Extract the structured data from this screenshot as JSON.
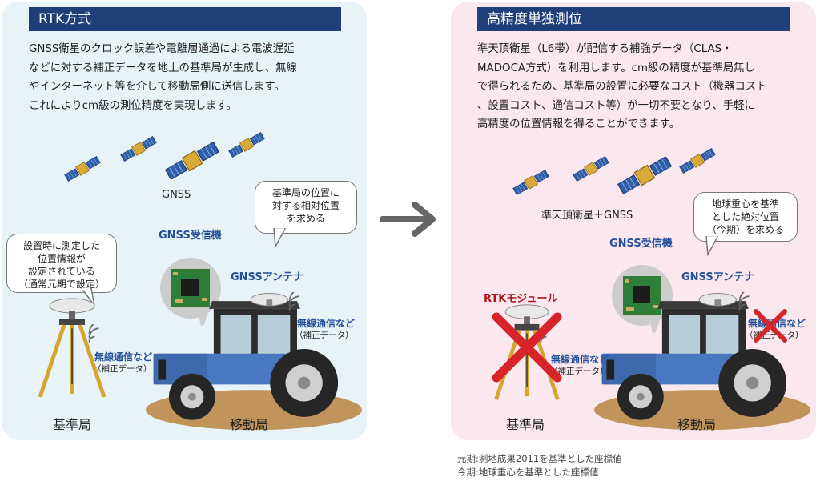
{
  "left": {
    "title": "RTK方式",
    "description": [
      "GNSS衛星のクロック誤差や電離層通過による電波遅延",
      "などに対する補正データを地上の基準局が生成し、無線",
      "やインターネット等を介して移動局側に送信します。",
      "これによりcm級の測位精度を実現します。"
    ],
    "satellite_label": "GNSS",
    "callout_relative": [
      "基準局の位置に",
      "対する相対位置",
      "を求める"
    ],
    "callout_base": [
      "設置時に測定した",
      "位置情報が",
      "設定されている",
      "（通常元期で設定）"
    ],
    "receiver_label": "GNSS受信機",
    "antenna_label": "GNSSアンテナ",
    "wireless_label": "無線通信など",
    "wireless_sub": "（補正データ）",
    "wireless_label_2": "無線通信など",
    "wireless_sub_2": "（補正データ）",
    "base_station": "基準局",
    "mobile_station": "移動局"
  },
  "right": {
    "title": "高精度単独測位",
    "description": [
      "準天頂衛星（L6帯）が配信する補強データ（CLAS・",
      "MADOCA方式）を利用します。cm級の精度が基準局無し",
      "で得られるため、基準局の設置に必要なコスト（機器コスト",
      "、設置コスト、通信コスト等）が一切不要となり、手軽に",
      "高精度の位置情報を得ることができます。"
    ],
    "satellite_label": "準天頂衛星＋GNSS",
    "callout_absolute": [
      "地球重心を基準",
      "とした絶対位置",
      "（今期）を求める"
    ],
    "receiver_label": "GNSS受信機",
    "antenna_label": "GNSSアンテナ",
    "rtk_module_label": "RTKモジュール",
    "wireless_label": "無線通信など",
    "wireless_sub": "（補正データ）",
    "wireless_label_2": "無線通信など",
    "wireless_sub_2": "（補正データ）",
    "base_station": "基準局",
    "mobile_station": "移動局"
  },
  "notes": [
    "元期:測地成果2011を基準とした座標値",
    "今期:地球重心を基準とした座標値"
  ],
  "colors": {
    "title_bar": "#1f3f7a",
    "left_panel": "#e8f3f8",
    "right_panel": "#fbe8ee",
    "accent_blue": "#25519a",
    "cross_red": "#d8232a",
    "arrow_gray": "#666666"
  }
}
